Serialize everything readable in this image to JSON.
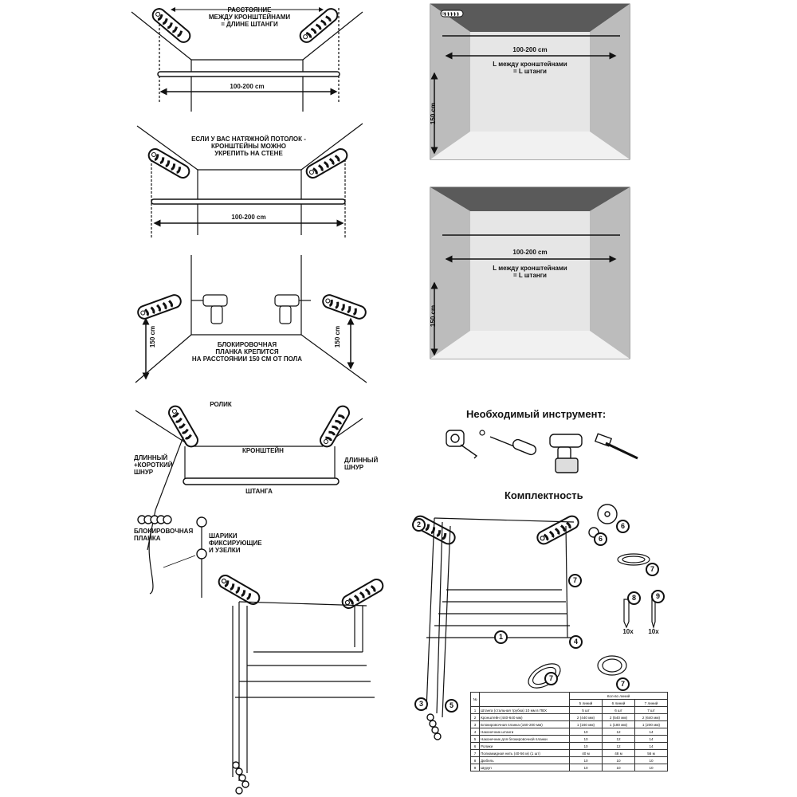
{
  "panel1": {
    "caption": "РАССТОЯНИЕ\nМЕЖДУ КРОНШТЕЙНАМИ\n= ДЛИНЕ ШТАНГИ",
    "distance": "100-200 cm"
  },
  "panel2": {
    "caption": "ЕСЛИ У ВАС НАТЯЖНОЙ ПОТОЛОК -\nКРОНШТЕЙНЫ МОЖНО\nУКРЕПИТЬ НА СТЕНЕ",
    "distance": "100-200 cm"
  },
  "panel3": {
    "caption": "БЛОКИРОВОЧНАЯ\nПЛАНКА КРЕПИТСЯ\nНА РАССТОЯНИИ 150 CM ОТ ПОЛА",
    "height_left": "150 cm",
    "height_right": "150 cm"
  },
  "panel4": {
    "distance": "100-200 cm",
    "caption": "L между кронштейнами\n= L штанги",
    "height": "150 cm"
  },
  "panel5": {
    "distance": "100-200 cm",
    "caption": "L между кронштейнами\n= L штанги",
    "height": "150 cm"
  },
  "parts_diagram": {
    "roller": "РОЛИК",
    "bracket": "КРОНШТЕЙН",
    "long_short_cord": "ДЛИННЫЙ\n+КОРОТКИЙ\nШНУР",
    "long_cord": "ДЛИННЫЙ\nШНУР",
    "rod": "ШТАНГА",
    "lock_plate": "БЛОКИРОВОЧНАЯ\nПЛАНКА",
    "beads": "ШАРИКИ\nФИКСИРУЮЩИЕ\nИ УЗЕЛКИ"
  },
  "tools": {
    "heading": "Необходимый инструмент:"
  },
  "kit": {
    "heading": "Комплектность",
    "badges": [
      "1",
      "2",
      "3",
      "4",
      "5",
      "6",
      "6",
      "7",
      "7",
      "7",
      "7",
      "8",
      "9"
    ],
    "qty_8": "10x",
    "qty_9": "10x"
  },
  "spec_table": {
    "col_no": "№",
    "col_group": "Кол-во линий",
    "col_5": "5 линий",
    "col_6": "6 линий",
    "col_7": "7 линий",
    "rows": [
      {
        "n": "1",
        "name": "Штанга (стальная трубка) 10 мм в ПВХ",
        "a": "5 шт",
        "b": "6 шт",
        "c": "7 шт"
      },
      {
        "n": "2",
        "name": "Кронштейн (440-640 мм)",
        "a": "2 (440 мм)",
        "b": "2 (540 мм)",
        "c": "2 (640 мм)"
      },
      {
        "n": "3",
        "name": "Блокировочная планка (160-200 мм)",
        "a": "1 (160 мм)",
        "b": "1 (180 мм)",
        "c": "1 (200 мм)"
      },
      {
        "n": "4",
        "name": "Наконечник штанги",
        "a": "10",
        "b": "12",
        "c": "14"
      },
      {
        "n": "5",
        "name": "Наконечник для блокировочной планки",
        "a": "10",
        "b": "12",
        "c": "14"
      },
      {
        "n": "6",
        "name": "Ролики",
        "a": "10",
        "b": "12",
        "c": "14"
      },
      {
        "n": "7",
        "name": "Полиамидная нить (40-56 м) (1 шт)",
        "a": "40 м",
        "b": "48 м",
        "c": "56 м"
      },
      {
        "n": "8",
        "name": "Дюбель",
        "a": "10",
        "b": "10",
        "c": "10"
      },
      {
        "n": "9",
        "name": "Шуруп",
        "a": "10",
        "b": "10",
        "c": "10"
      }
    ]
  }
}
